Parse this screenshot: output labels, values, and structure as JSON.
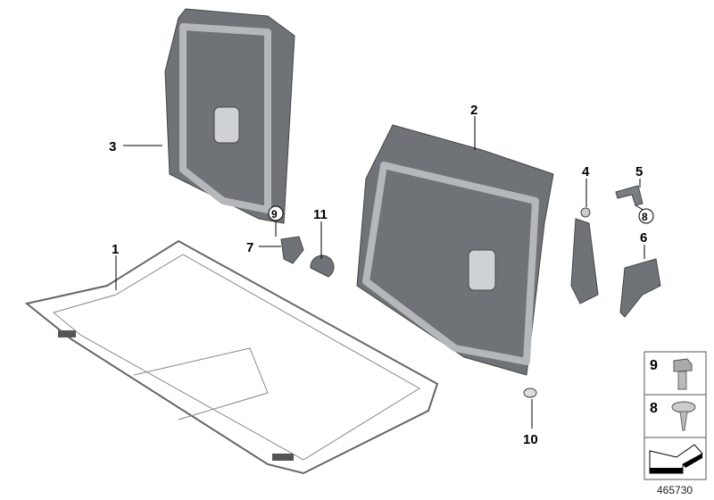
{
  "diagram_number": "465730",
  "callouts": [
    {
      "id": "1",
      "label": "1"
    },
    {
      "id": "2",
      "label": "2"
    },
    {
      "id": "3",
      "label": "3"
    },
    {
      "id": "4",
      "label": "4"
    },
    {
      "id": "5",
      "label": "5"
    },
    {
      "id": "6",
      "label": "6"
    },
    {
      "id": "7",
      "label": "7"
    },
    {
      "id": "8",
      "label": "8",
      "circled": true
    },
    {
      "id": "9",
      "label": "9",
      "circled": true
    },
    {
      "id": "10",
      "label": "10"
    },
    {
      "id": "11",
      "label": "11"
    }
  ],
  "legend": {
    "items": [
      {
        "label": "9",
        "icon": "hex-bolt-icon"
      },
      {
        "label": "8",
        "icon": "washer-screw-icon"
      }
    ],
    "direction_icon": "arrow-direction-icon"
  },
  "colors": {
    "part_fill": "#6f7377",
    "frame": "#b4b8bb",
    "outline": "#555"
  }
}
